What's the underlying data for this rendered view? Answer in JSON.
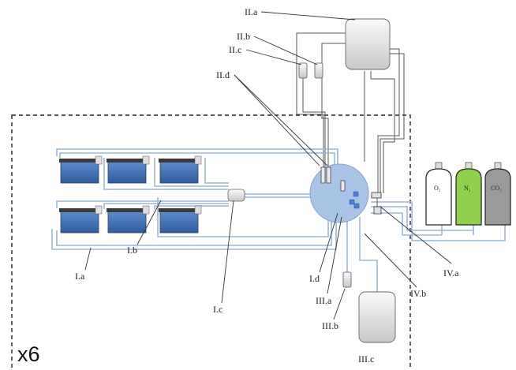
{
  "multiplier": "x6",
  "labels": {
    "Ia": "I.a",
    "Ib": "I.b",
    "Ic": "I.c",
    "Id": "I.d",
    "IIa": "II.a",
    "IIb": "II.b",
    "IIc": "II.c",
    "IId": "II.d",
    "IIIa": "III.a",
    "IIIb": "III.b",
    "IIIc": "III.c",
    "IVa": "IV.a",
    "IVb": "IV.b"
  },
  "gases": {
    "o2": "O₂",
    "n2": "N₂",
    "co2": "CO₂"
  },
  "colors": {
    "tube": "#9bb6d8",
    "tube_dark": "#6f86a8",
    "hub": "#a9c3e6",
    "tank_water": "#3d6fb0",
    "tank_rim": "#3a3a3a",
    "cylinder_o2": "#ffffff",
    "cylinder_n2": "#8fd14f",
    "cylinder_co2": "#9a9a9a",
    "device": "#e6e6e6",
    "dashed_border": "#222222"
  }
}
